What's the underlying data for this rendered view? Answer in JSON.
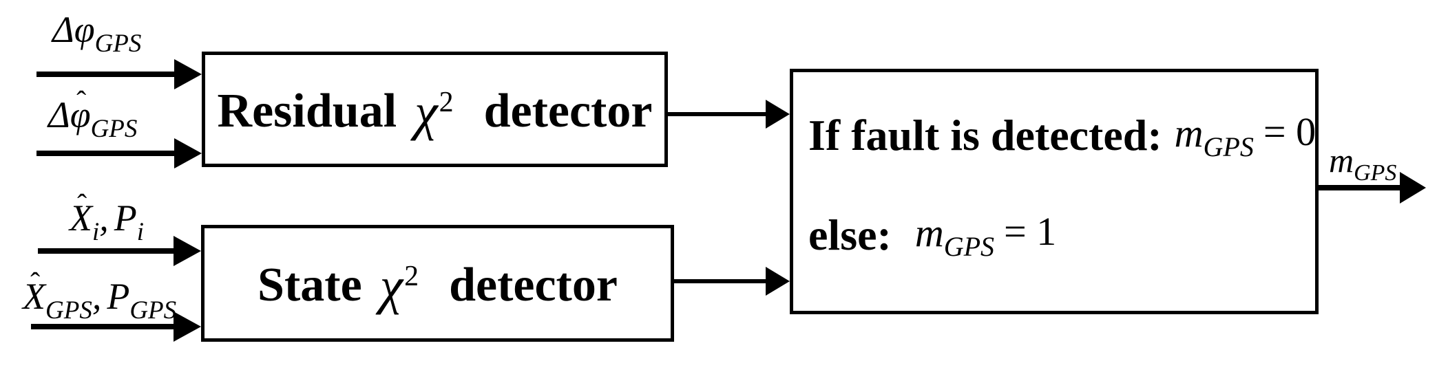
{
  "figure": {
    "type": "block-diagram",
    "background": "#ffffff",
    "ink": "#000000"
  },
  "inputs": {
    "label1": {
      "delta": "Δ",
      "phi": "φ",
      "sub": "GPS"
    },
    "label2": {
      "delta": "Δ",
      "phi": "φ",
      "hat": "ˆ",
      "sub": "GPS"
    },
    "label3": {
      "X": "X",
      "hat": "ˆ",
      "xsub": "i",
      "comma": ",",
      "P": "P",
      "psub": "i"
    },
    "label4": {
      "X": "X",
      "hat": "ˆ",
      "xsub": "GPS",
      "comma": ",",
      "P": "P",
      "psub": "GPS"
    }
  },
  "boxes": {
    "residual": {
      "word1": "Residual",
      "chi": "χ",
      "sup": "2",
      "word2": "detector"
    },
    "state": {
      "word1": "State",
      "chi": "χ",
      "sup": "2",
      "word2": "detector"
    },
    "decision": {
      "line1_text": "If fault is detected:",
      "line1_m": "m",
      "line1_msub": "GPS",
      "line1_eq": "= 0",
      "line2_text": "else:",
      "line2_m": "m",
      "line2_msub": "GPS",
      "line2_eq": "= 1"
    }
  },
  "output": {
    "m": "m",
    "sub": "GPS"
  }
}
